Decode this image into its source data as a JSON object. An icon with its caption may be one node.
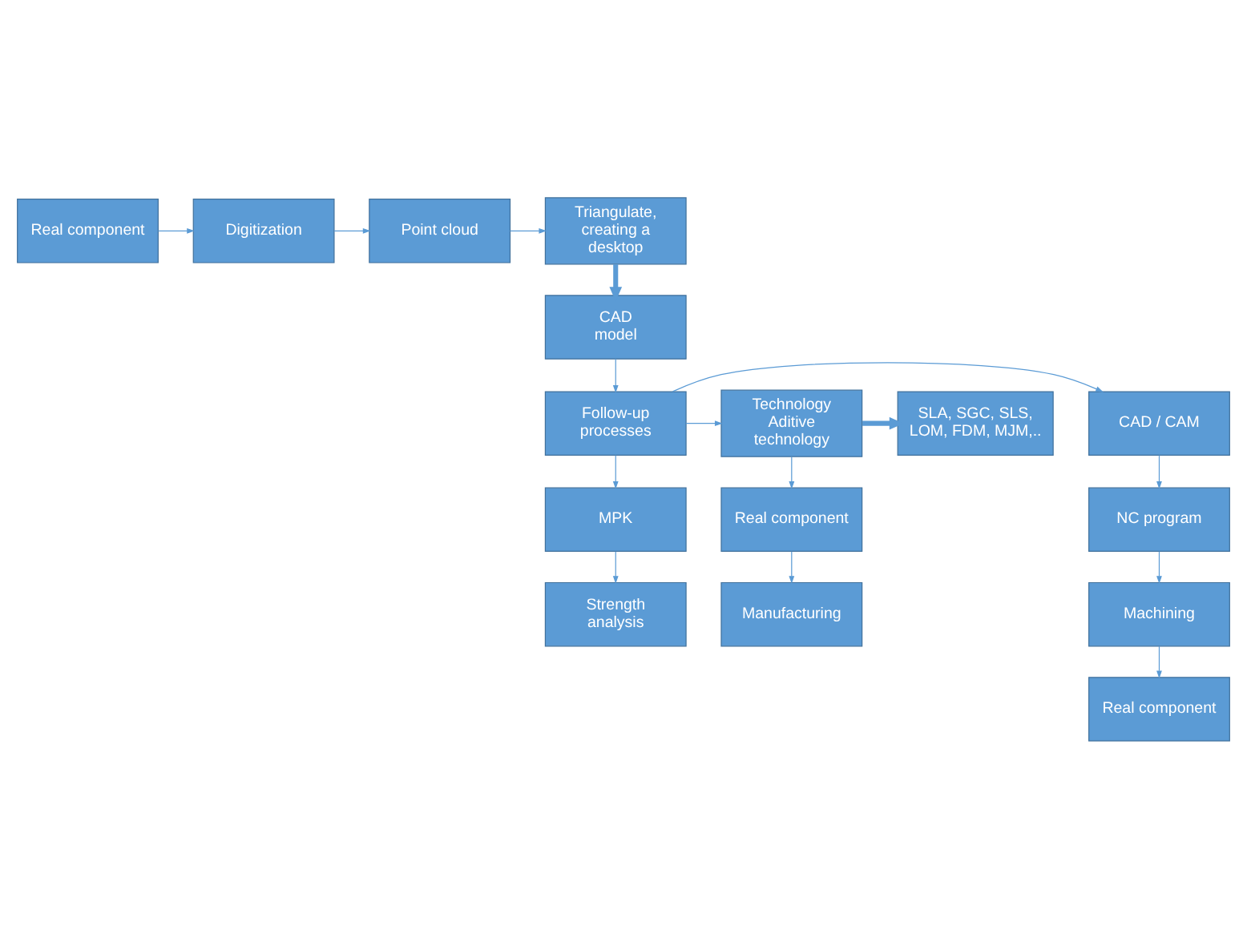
{
  "diagram": {
    "nodes": [
      {
        "text": [
          "Real component"
        ]
      },
      {
        "text": [
          "Digitization"
        ]
      },
      {
        "text": [
          "Point cloud"
        ]
      },
      {
        "text": [
          "Triangulate, creating a desktop"
        ]
      },
      {
        "text": [
          "CAD model"
        ]
      },
      {
        "text": [
          "CAD / CAM"
        ]
      },
      {
        "text": [
          "Follow-up processes"
        ]
      },
      {
        "text": [
          "Technology Aditive technology"
        ]
      },
      {
        "text": [
          "SLA, SGC, SLS, LOM, FDM, MJM,.."
        ]
      },
      {
        "text": [
          "NC program"
        ]
      },
      {
        "text": [
          "MPK"
        ]
      },
      {
        "text": [
          "Real component"
        ]
      },
      {
        "text": [
          "Machining"
        ]
      },
      {
        "text": [
          "Strength analysis"
        ]
      },
      {
        "text": [
          "Manufacturing"
        ]
      },
      {
        "text": [
          "Real component"
        ]
      }
    ],
    "edges": [
      {
        "from": 0,
        "to": 1,
        "arrow": "to"
      },
      {
        "from": 1,
        "to": 2,
        "arrow": "to"
      },
      {
        "from": 2,
        "to": 3,
        "arrow": "to"
      },
      {
        "from": 3,
        "to": 4,
        "arrow": "to",
        "style": "thick"
      },
      {
        "from": 4,
        "to": 6,
        "arrow": "to"
      },
      {
        "from": 6,
        "to": 5,
        "arrow": "to"
      },
      {
        "from": 6,
        "to": 7,
        "arrow": "to"
      },
      {
        "from": 7,
        "to": 8,
        "arrow": "to",
        "style": "thick"
      },
      {
        "from": 6,
        "to": 10,
        "arrow": "to"
      },
      {
        "from": 10,
        "to": 13,
        "arrow": "to"
      },
      {
        "from": 5,
        "to": 9,
        "arrow": "to"
      },
      {
        "from": 9,
        "to": 12,
        "arrow": "to"
      },
      {
        "from": 12,
        "to": 15,
        "arrow": "to"
      },
      {
        "from": 7,
        "to": 11,
        "arrow": "to"
      },
      {
        "from": 11,
        "to": 14,
        "arrow": "to"
      }
    ]
  }
}
